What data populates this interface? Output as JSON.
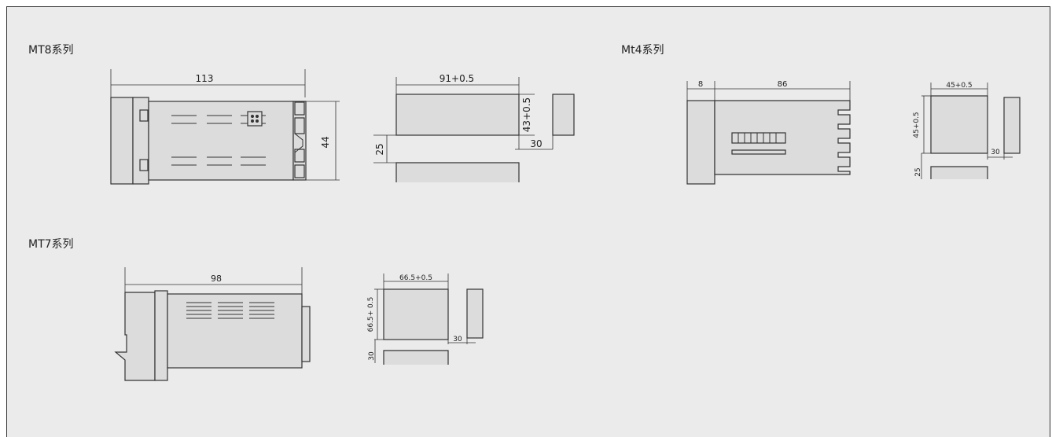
{
  "series": [
    {
      "id": "mt8",
      "title": "MT8系列",
      "side_dims": {
        "width": "113",
        "height": "44"
      },
      "cutout_dims": {
        "width": "91+0.5",
        "height": "43+0.5",
        "gap": "30",
        "spacing": "25"
      }
    },
    {
      "id": "mt4",
      "title": "Mt4系列",
      "side_dims": {
        "front": "8",
        "width": "86"
      },
      "cutout_dims": {
        "width": "45+0.5",
        "height": "45+0.5",
        "gap": "30",
        "spacing": "25"
      }
    },
    {
      "id": "mt7",
      "title": "MT7系列",
      "side_dims": {
        "width": "98"
      },
      "cutout_dims": {
        "width": "66.5+0.5",
        "height": "66.5+ 0.5",
        "gap": "30",
        "spacing": "30"
      }
    }
  ],
  "colors": {
    "background": "#ebebeb",
    "body_fill": "#dcdcdc",
    "line": "#333333"
  }
}
